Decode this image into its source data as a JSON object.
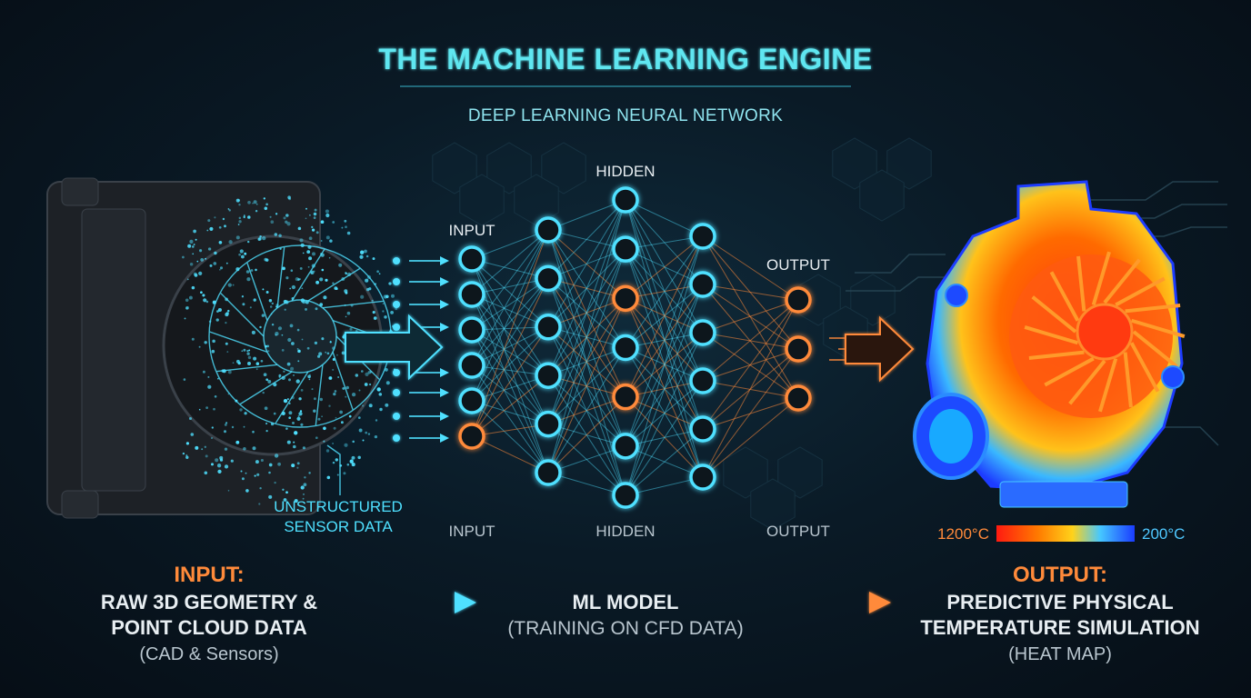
{
  "header": {
    "title": "THE MACHINE LEARNING ENGINE",
    "subtitle": "DEEP LEARNING NEURAL NETWORK"
  },
  "network": {
    "top_labels": {
      "input": "INPUT",
      "hidden": "HIDDEN",
      "output": "OUTPUT"
    },
    "bottom_labels": {
      "input": "INPUT",
      "hidden": "HIDDEN",
      "output": "OUTPUT"
    },
    "layers": [
      {
        "id": "input",
        "nodes": 6,
        "highlight": [
          5
        ]
      },
      {
        "id": "hidden1",
        "nodes": 6,
        "highlight": []
      },
      {
        "id": "hidden2",
        "nodes": 7,
        "highlight": [
          2,
          4
        ]
      },
      {
        "id": "hidden3",
        "nodes": 6,
        "highlight": []
      },
      {
        "id": "output",
        "nodes": 3,
        "highlight": [
          0,
          1,
          2
        ]
      }
    ]
  },
  "input_object": {
    "sensor_label_line1": "UNSTRUCTURED",
    "sensor_label_line2": "SENSOR DATA"
  },
  "heat_scale": {
    "min_label": "1200°C",
    "max_label": "200°C"
  },
  "captions": {
    "input": {
      "heading": "INPUT:",
      "line1": "RAW 3D GEOMETRY &",
      "line2": "POINT CLOUD DATA",
      "line3": "(CAD & Sensors)"
    },
    "model": {
      "line1": "ML MODEL",
      "line2": "(TRAINING ON CFD DATA)"
    },
    "output": {
      "heading": "OUTPUT:",
      "line1": "PREDICTIVE PHYSICAL",
      "line2": "TEMPERATURE SIMULATION",
      "line3": "(HEAT MAP)"
    }
  },
  "colors": {
    "cyan": "#4fe0ff",
    "orange": "#ff8a3a",
    "title": "#5ee6f0",
    "text": "#e8eef2"
  }
}
